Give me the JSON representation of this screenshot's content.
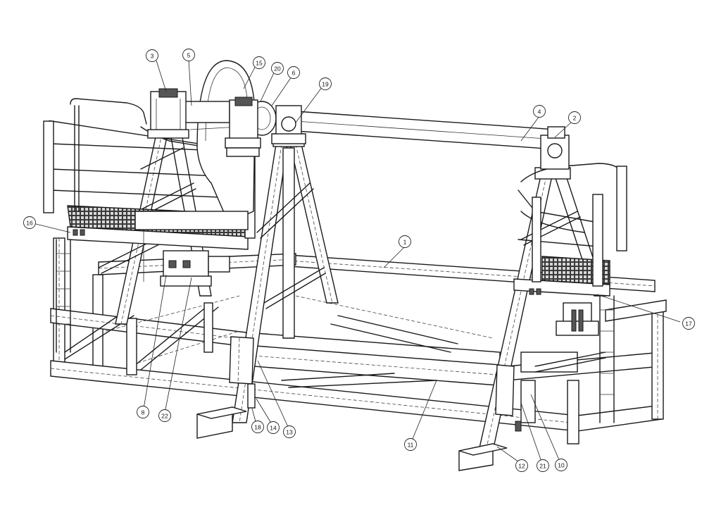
{
  "callouts": [
    {
      "id": "c1",
      "label": "1"
    },
    {
      "id": "c2",
      "label": "2"
    },
    {
      "id": "c3",
      "label": "3"
    },
    {
      "id": "c4",
      "label": "4"
    },
    {
      "id": "c5",
      "label": "5"
    },
    {
      "id": "c6",
      "label": "6"
    },
    {
      "id": "c8",
      "label": "8"
    },
    {
      "id": "c10",
      "label": "10"
    },
    {
      "id": "c11",
      "label": "11"
    },
    {
      "id": "c12",
      "label": "12"
    },
    {
      "id": "c13",
      "label": "13"
    },
    {
      "id": "c14",
      "label": "14"
    },
    {
      "id": "c15",
      "label": "15"
    },
    {
      "id": "c16",
      "label": "16"
    },
    {
      "id": "c17",
      "label": "17"
    },
    {
      "id": "c18",
      "label": "18"
    },
    {
      "id": "c19",
      "label": "19"
    },
    {
      "id": "c20",
      "label": "20"
    },
    {
      "id": "c21",
      "label": "21"
    },
    {
      "id": "c22",
      "label": "22"
    }
  ]
}
